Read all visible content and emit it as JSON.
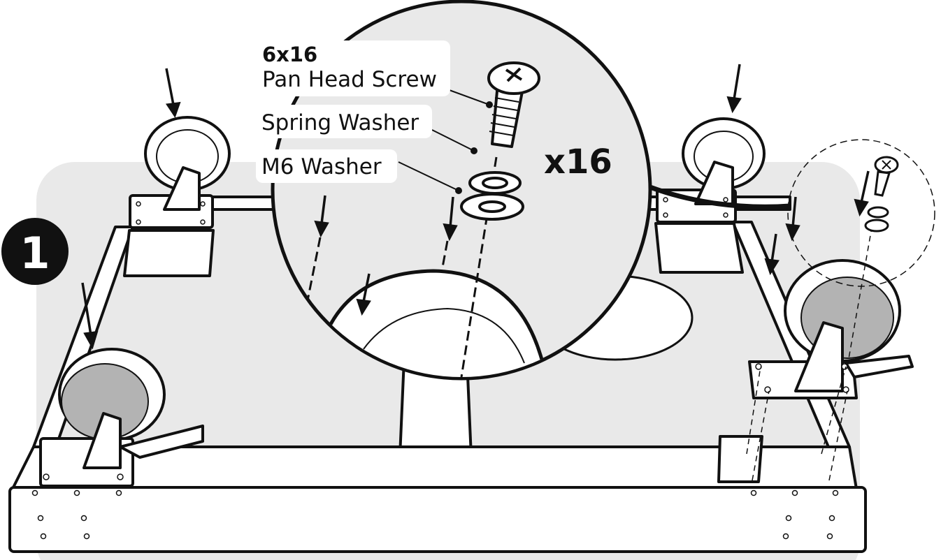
{
  "step": {
    "number": "1"
  },
  "callout": {
    "quantity": "x16",
    "parts": [
      {
        "code": "6x16",
        "name": "Pan Head Screw"
      },
      {
        "code": "",
        "name": "Spring Washer"
      },
      {
        "code": "",
        "name": "M6 Washer"
      }
    ]
  },
  "colors": {
    "background_panel": "#e9e9e9",
    "ink": "#111111",
    "wheel_fill": "#b3b3b3",
    "paper": "#ffffff"
  }
}
